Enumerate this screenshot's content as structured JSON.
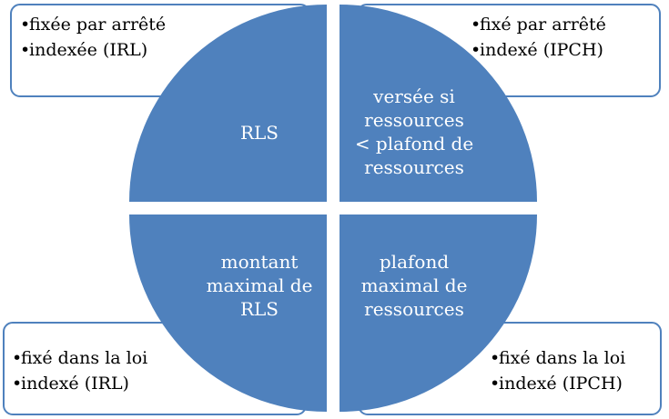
{
  "colors": {
    "quadrant": "#4f81bd",
    "note_border": "#4f81bd",
    "label_text": "#ffffff"
  },
  "bullet": "•",
  "quadrants": {
    "top_left": {
      "lines": [
        "RLS"
      ]
    },
    "top_right": {
      "lines": [
        "versée si",
        "ressources",
        "< plafond de",
        "ressources"
      ]
    },
    "bottom_left": {
      "lines": [
        "montant",
        "maximal de",
        "RLS"
      ]
    },
    "bottom_right": {
      "lines": [
        "plafond",
        "maximal de",
        "ressources"
      ]
    }
  },
  "notes": {
    "top_left": [
      "fixée par arrêté",
      "indexée (IRL)"
    ],
    "top_right": [
      "fixé par arrêté",
      "indexé (IPCH)"
    ],
    "bottom_left": [
      "fixé dans la loi",
      "indexé (IRL)"
    ],
    "bottom_right": [
      "fixé dans la loi",
      "indexé (IPCH)"
    ]
  }
}
